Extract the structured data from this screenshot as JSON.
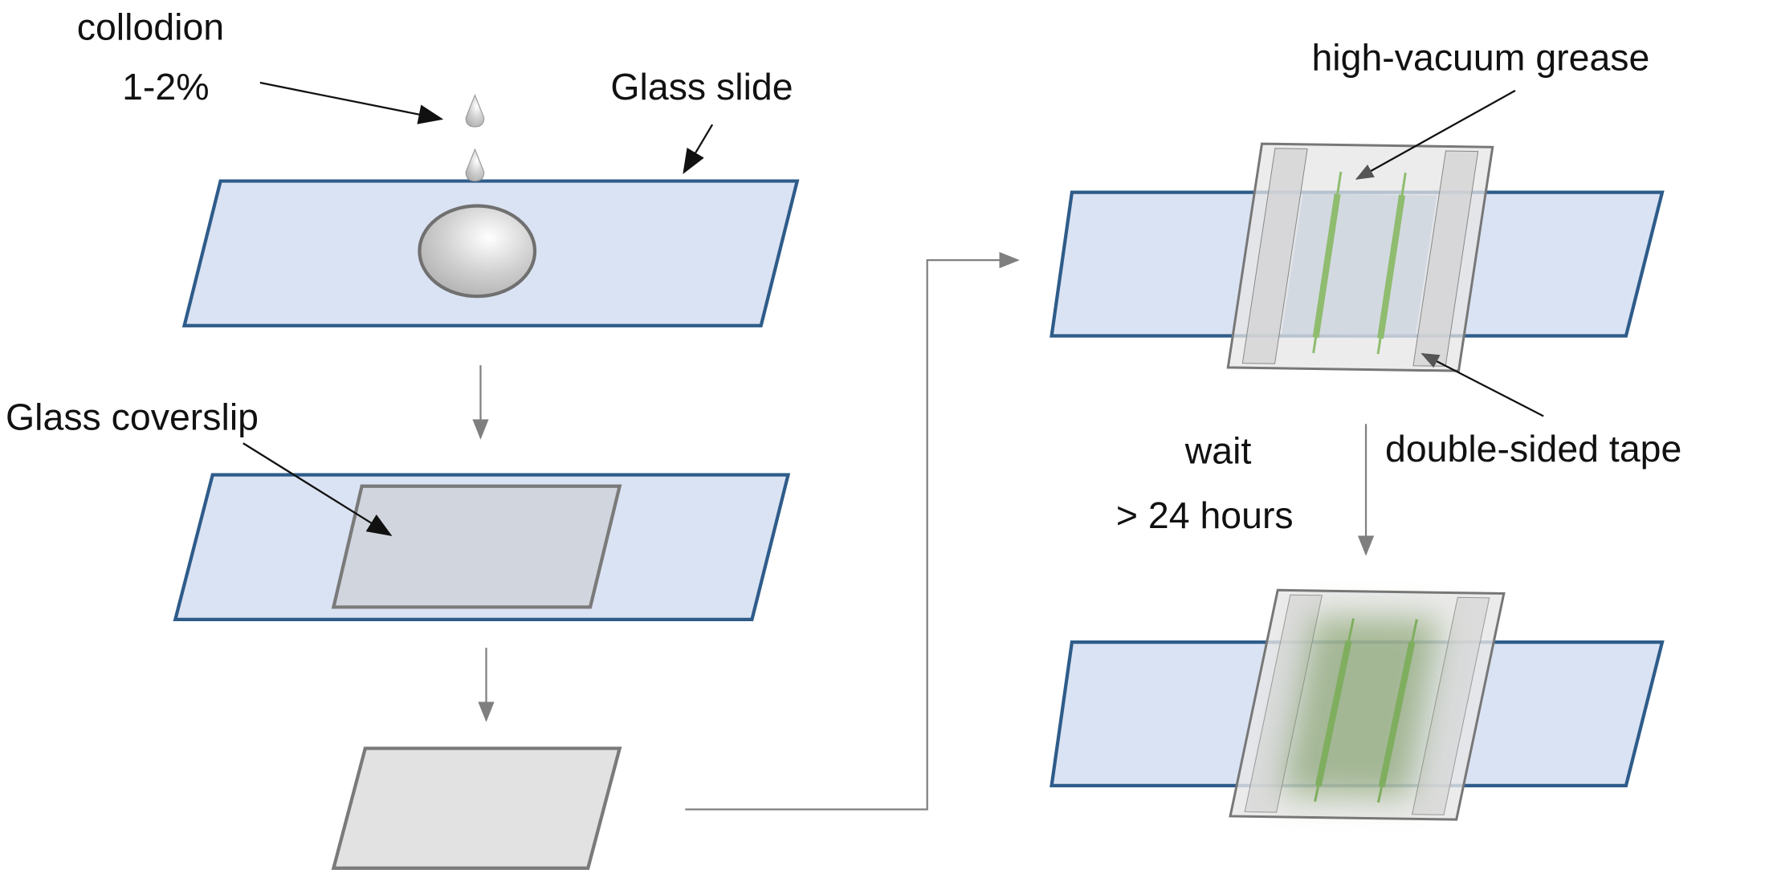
{
  "labels": {
    "collodion_line1": "collodion",
    "collodion_line2": "1-2%",
    "glass_slide": "Glass slide",
    "glass_coverslip": "Glass coverslip",
    "high_vacuum_grease": "high-vacuum grease",
    "double_sided_tape": "double-sided tape",
    "wait_line1": "wait",
    "wait_line2": "> 24 hours"
  },
  "colors": {
    "slide_fill": "#dae3f3",
    "slide_stroke": "#2e5c8a",
    "coverslip_fill": "#d0d5de",
    "grease_green": "#8fbc6f",
    "arrow_gray": "#808080"
  }
}
